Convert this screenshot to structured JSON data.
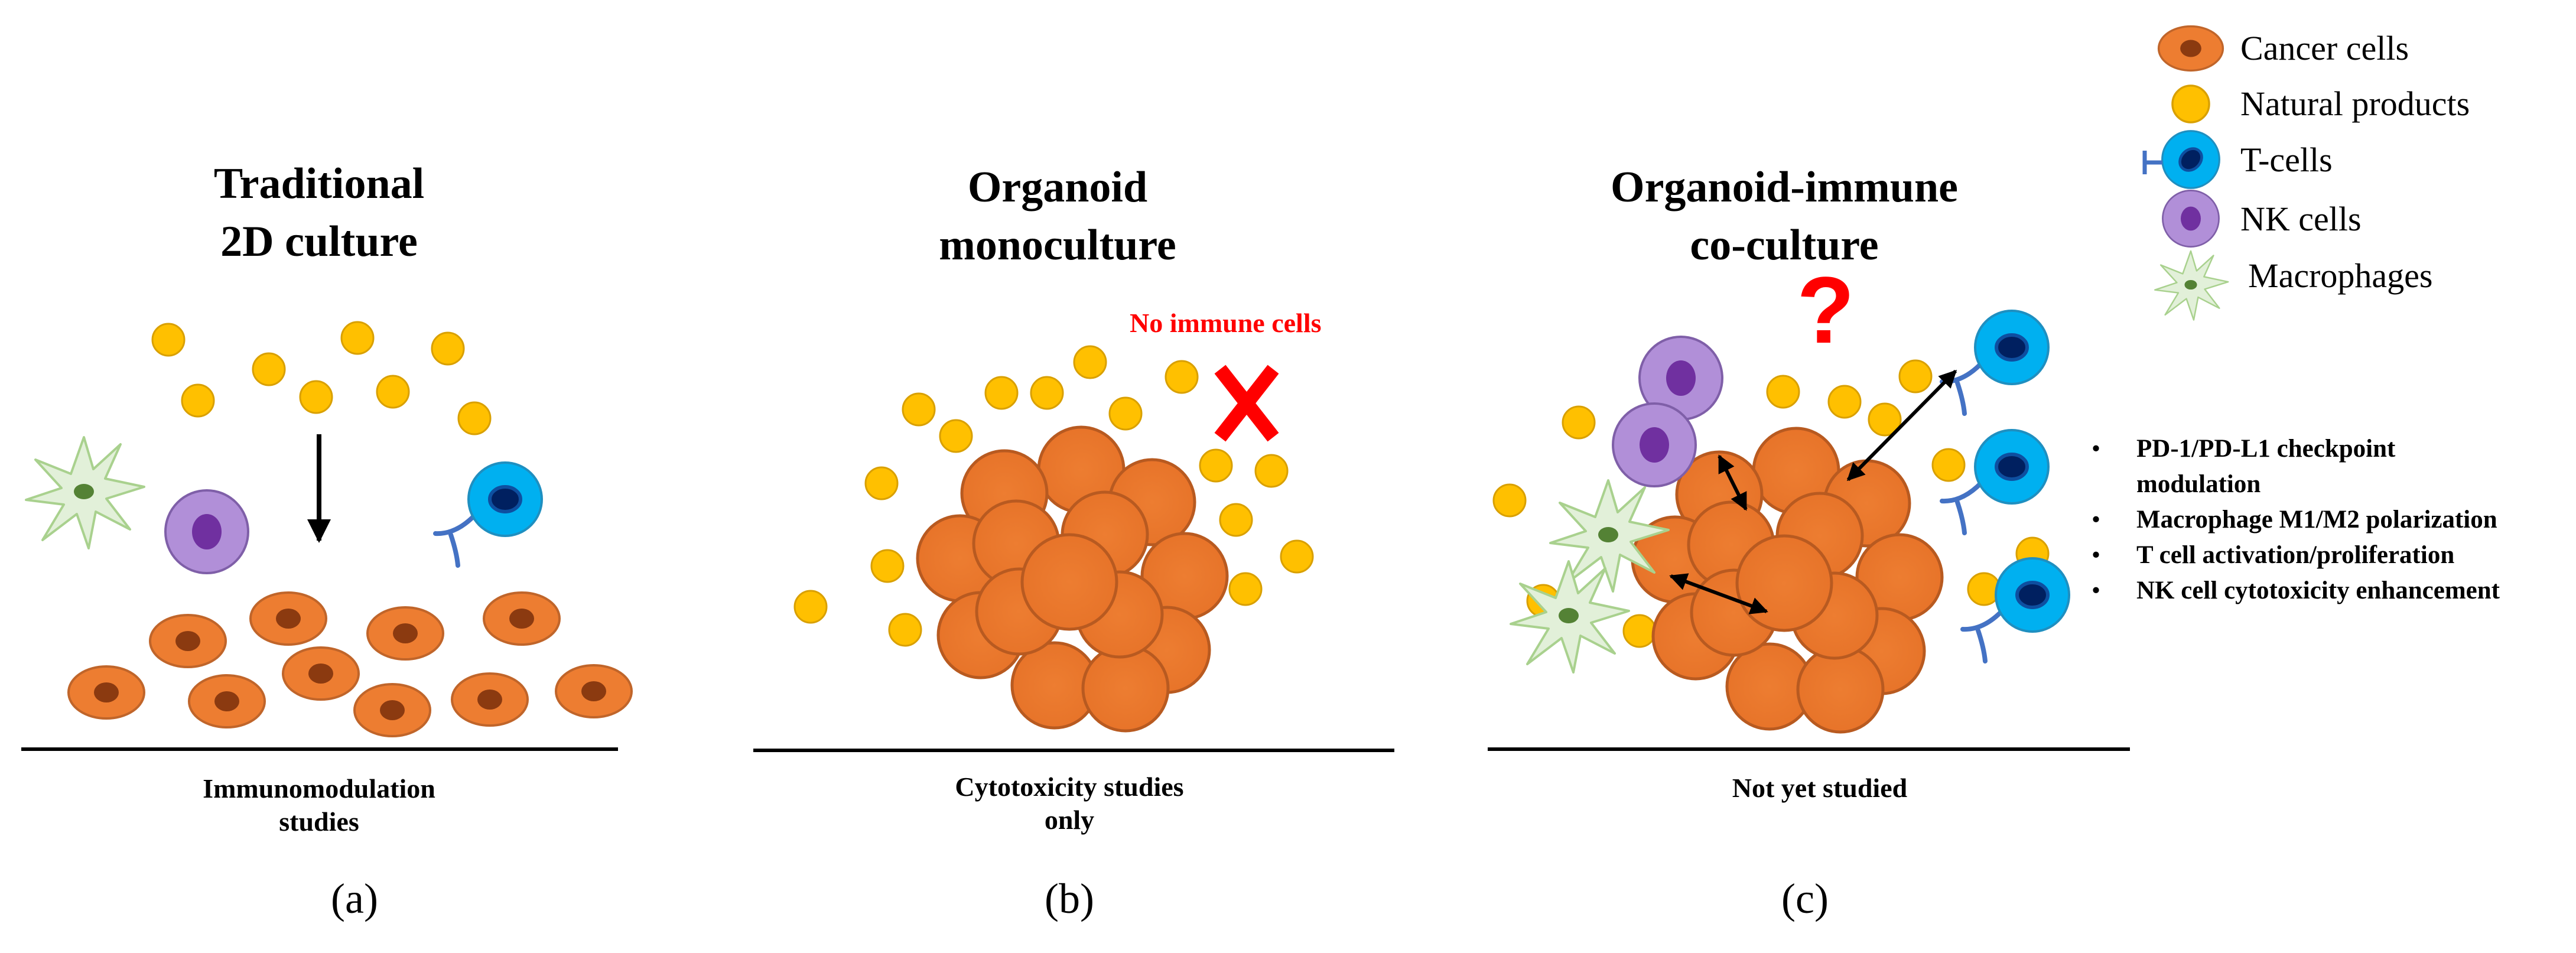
{
  "panel_a": {
    "title_line1": "Traditional",
    "title_line2": "2D culture",
    "caption_line1": "Immunomodulation",
    "caption_line2": "studies",
    "sublabel": "(a)"
  },
  "panel_b": {
    "title_line1": "Organoid",
    "title_line2": "monoculture",
    "note": "No immune cells",
    "caption_line1": "Cytotoxicity studies",
    "caption_line2": "only",
    "sublabel": "(b)"
  },
  "panel_c": {
    "title_line1": "Organoid-immune",
    "title_line2": "co-culture",
    "question": "?",
    "caption": "Not yet studied",
    "sublabel": "(c)"
  },
  "legend": [
    {
      "label": "Cancer cells",
      "icon": "cancer-cell-icon"
    },
    {
      "label": "Natural products",
      "icon": "natural-product-icon"
    },
    {
      "label": "T-cells",
      "icon": "t-cell-icon"
    },
    {
      "label": "NK cells",
      "icon": "nk-cell-icon"
    },
    {
      "label": "Macrophages",
      "icon": "macrophage-icon"
    }
  ],
  "mechanisms": [
    "PD-1/PD-L1 checkpoint",
    "modulation",
    "Macrophage M1/M2 polarization",
    "T cell activation/proliferation",
    "NK cell cytotoxicity enhancement"
  ],
  "colors": {
    "cancer_fill": "#ED7D31",
    "cancer_stroke": "#C0652A",
    "cancer_nucleus": "#8B3A10",
    "product_fill": "#FFC000",
    "product_stroke": "#D9A000",
    "tcell_fill": "#00B0F0",
    "tcell_nucleus": "#002060",
    "tcell_receptor": "#4472C4",
    "nk_fill": "#B18FD8",
    "nk_nucleus": "#7030A0",
    "macrophage_fill": "#E2F0D9",
    "macrophage_stroke": "#A9D18E",
    "macrophage_nucleus": "#548235",
    "warning_red": "#FF0000"
  }
}
